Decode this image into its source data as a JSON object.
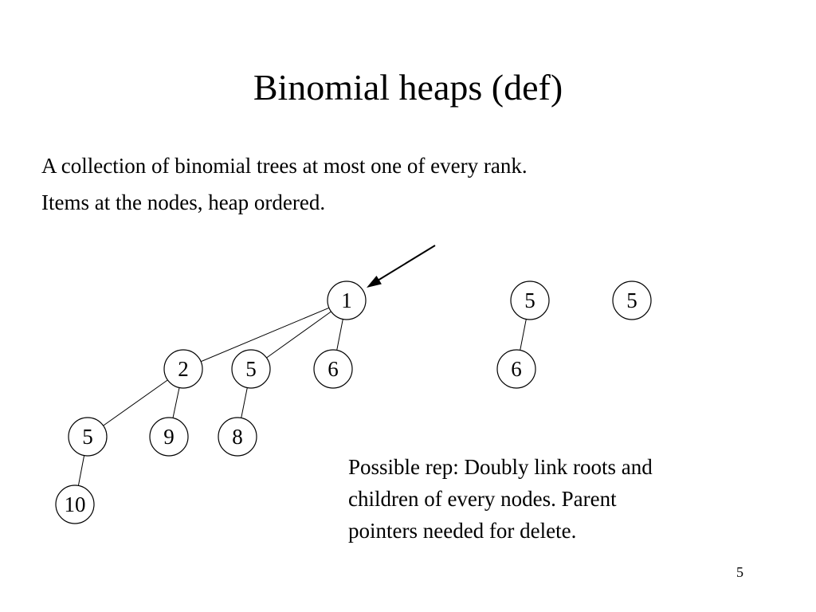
{
  "slide": {
    "title": "Binomial heaps (def)",
    "lines": [
      "A collection of binomial trees at most one of every rank.",
      "Items at the nodes, heap ordered."
    ],
    "note_lines": [
      "Possible rep: Doubly link roots and",
      "children of every nodes. Parent",
      "pointers needed for delete."
    ],
    "page_number": "5"
  },
  "diagram": {
    "nodes": [
      {
        "id": "t2_root",
        "key": "1"
      },
      {
        "id": "t2_c1",
        "key": "2"
      },
      {
        "id": "t2_c2",
        "key": "5"
      },
      {
        "id": "t2_c3",
        "key": "6"
      },
      {
        "id": "t2_g1",
        "key": "5"
      },
      {
        "id": "t2_g2",
        "key": "9"
      },
      {
        "id": "t2_g3",
        "key": "8"
      },
      {
        "id": "t2_gg1",
        "key": "10"
      },
      {
        "id": "t1_root",
        "key": "5"
      },
      {
        "id": "t1_c1",
        "key": "6"
      },
      {
        "id": "t0_root",
        "key": "5"
      }
    ],
    "edges": [
      [
        "t2_root",
        "t2_c1"
      ],
      [
        "t2_root",
        "t2_c2"
      ],
      [
        "t2_root",
        "t2_c3"
      ],
      [
        "t2_c1",
        "t2_g1"
      ],
      [
        "t2_c1",
        "t2_g2"
      ],
      [
        "t2_c2",
        "t2_g3"
      ],
      [
        "t2_g1",
        "t2_gg1"
      ],
      [
        "t1_root",
        "t1_c1"
      ]
    ],
    "pointer_target": "t2_root"
  }
}
